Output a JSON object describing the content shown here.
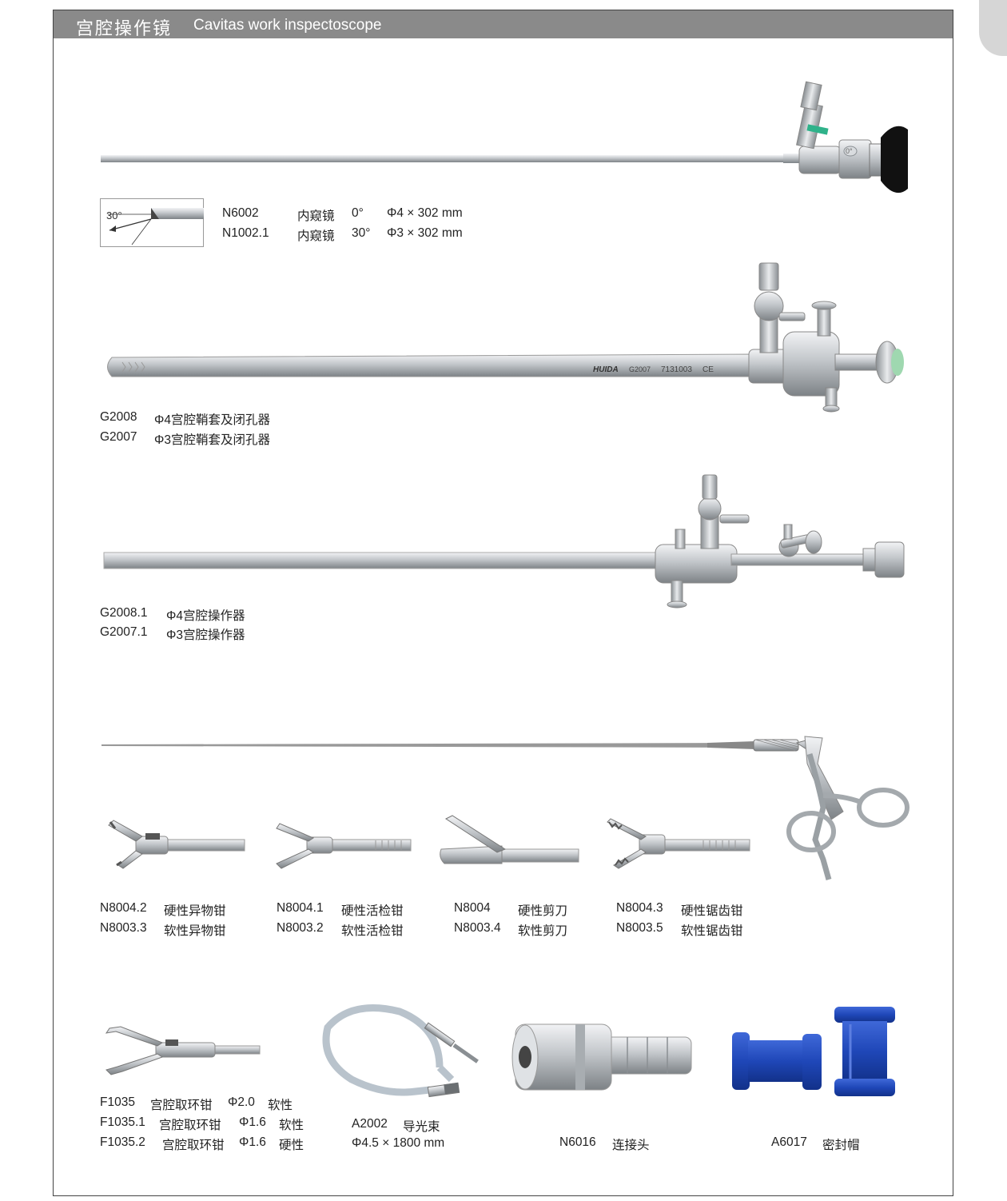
{
  "header": {
    "title_zh": "宫腔操作镜",
    "title_en": "Cavitas work inspectoscope"
  },
  "scope": {
    "angle_label": "30°",
    "rows": [
      {
        "code": "N6002",
        "name": "内窥镜",
        "angle": "0°",
        "size": "Φ4 × 302 mm"
      },
      {
        "code": "N1002.1",
        "name": "内窥镜",
        "angle": "30°",
        "size": "Φ3 × 302 mm"
      }
    ],
    "eyepiece_mark": "0°"
  },
  "sheath": {
    "engraving": {
      "brand": "HUIDA",
      "model": "G2007",
      "serial": "7131003",
      "mark": "CE"
    },
    "rows": [
      {
        "code": "G2008",
        "desc": "Φ4宫腔鞘套及闭孔器"
      },
      {
        "code": "G2007",
        "desc": "Φ3宫腔鞘套及闭孔器"
      }
    ]
  },
  "operator": {
    "rows": [
      {
        "code": "G2008.1",
        "desc": "Φ4宫腔操作器"
      },
      {
        "code": "G2007.1",
        "desc": "Φ3宫腔操作器"
      }
    ]
  },
  "forceps": [
    {
      "rows": [
        {
          "code": "N8004.2",
          "desc": "硬性异物钳"
        },
        {
          "code": "N8003.3",
          "desc": "软性异物钳"
        }
      ]
    },
    {
      "rows": [
        {
          "code": "N8004.1",
          "desc": "硬性活检钳"
        },
        {
          "code": "N8003.2",
          "desc": "软性活检钳"
        }
      ]
    },
    {
      "rows": [
        {
          "code": "N8004",
          "desc": "硬性剪刀"
        },
        {
          "code": "N8003.4",
          "desc": "软性剪刀"
        }
      ]
    },
    {
      "rows": [
        {
          "code": "N8004.3",
          "desc": "硬性锯齿钳"
        },
        {
          "code": "N8003.5",
          "desc": "软性锯齿钳"
        }
      ]
    }
  ],
  "ring_forceps": {
    "rows": [
      {
        "code": "F1035",
        "desc": "宫腔取环钳",
        "size": "Φ2.0",
        "type": "软性"
      },
      {
        "code": "F1035.1",
        "desc": "宫腔取环钳",
        "size": "Φ1.6",
        "type": "软性"
      },
      {
        "code": "F1035.2",
        "desc": "宫腔取环钳",
        "size": "Φ1.6",
        "type": "硬性"
      }
    ]
  },
  "light_cable": {
    "code": "A2002",
    "desc": "导光束",
    "size": "Φ4.5 × 1800 mm"
  },
  "connector": {
    "code": "N6016",
    "desc": "连接头"
  },
  "seal_cap": {
    "code": "A6017",
    "desc": "密封帽"
  },
  "colors": {
    "header_bg": "#8a8a8a",
    "metal": "#c4c8cc",
    "eyecup": "#111111",
    "green_cap": "#9fd8b0",
    "seal_blue": "#1f47b8",
    "cable": "#b9c3cc"
  }
}
